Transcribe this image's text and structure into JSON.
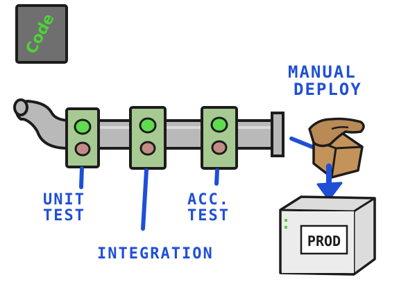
{
  "diagram": {
    "code_box": {
      "label": "Code"
    },
    "stages": [
      {
        "id": "unit",
        "label_lines": [
          "UNIT",
          "TEST"
        ]
      },
      {
        "id": "integration",
        "label_lines": [
          "INTEGRATION"
        ]
      },
      {
        "id": "acceptance",
        "label_lines": [
          "ACC.",
          "TEST"
        ]
      }
    ],
    "manual_deploy": {
      "label_lines": [
        "MANUAL",
        "DEPLOY"
      ]
    },
    "prod_server": {
      "label": "PROD"
    },
    "colors": {
      "ink": "#1c1c1c",
      "blue": "#1f4fd6",
      "code_box": "#6f6f6f",
      "code_text": "#4cd437",
      "pipe": "#b9b9b9",
      "light_panel": "#a7ca92",
      "green_light": "#5fdc4e",
      "red_light": "#c28c86",
      "box": "#c4935a",
      "server": "#dcdcdc"
    },
    "icons": [
      "code-icon",
      "pipe-icon",
      "traffic-light-icon",
      "package-box-icon",
      "hand-icon",
      "arrow-down-icon",
      "server-icon"
    ]
  }
}
